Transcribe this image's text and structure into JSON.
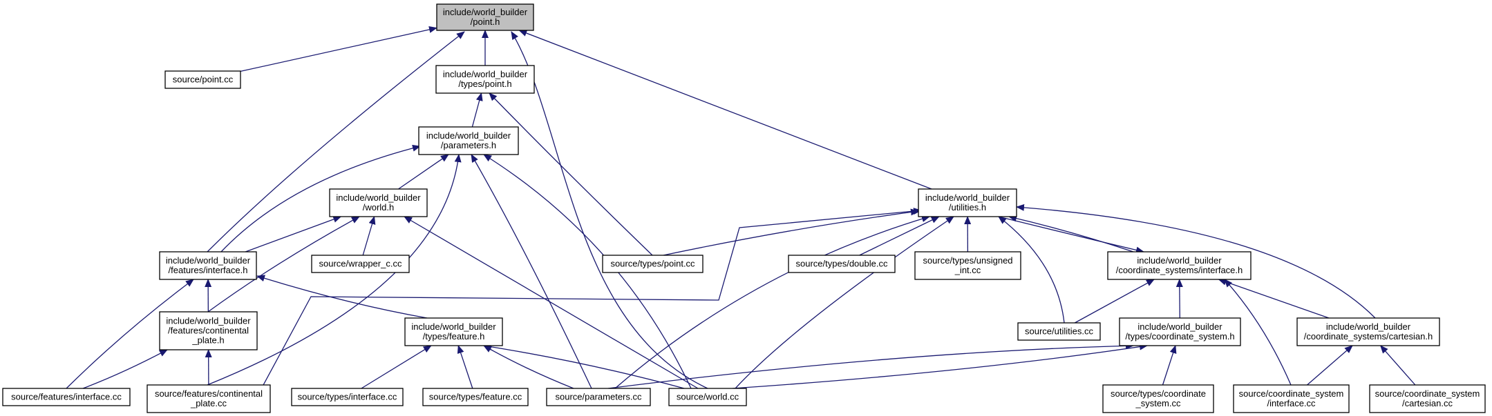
{
  "graph": {
    "edge_color": "#191970",
    "root_fill": "#bfbfbf",
    "node_fill": "#ffffff",
    "nodes": [
      {
        "id": "point_h",
        "lines": [
          "include/world_builder",
          "/point.h"
        ],
        "root": true
      },
      {
        "id": "point_cc",
        "lines": [
          "source/point.cc"
        ]
      },
      {
        "id": "types_point_h",
        "lines": [
          "include/world_builder",
          "/types/point.h"
        ]
      },
      {
        "id": "parameters_h",
        "lines": [
          "include/world_builder",
          "/parameters.h"
        ]
      },
      {
        "id": "world_h",
        "lines": [
          "include/world_builder",
          "/world.h"
        ]
      },
      {
        "id": "utilities_h",
        "lines": [
          "include/world_builder",
          "/utilities.h"
        ]
      },
      {
        "id": "features_interface_h",
        "lines": [
          "include/world_builder",
          "/features/interface.h"
        ]
      },
      {
        "id": "wrapper_c_cc",
        "lines": [
          "source/wrapper_c.cc"
        ]
      },
      {
        "id": "types_point_cc",
        "lines": [
          "source/types/point.cc"
        ]
      },
      {
        "id": "types_double_cc",
        "lines": [
          "source/types/double.cc"
        ]
      },
      {
        "id": "types_unsigned_int_cc",
        "lines": [
          "source/types/unsigned",
          "_int.cc"
        ]
      },
      {
        "id": "cs_interface_h",
        "lines": [
          "include/world_builder",
          "/coordinate_systems/interface.h"
        ]
      },
      {
        "id": "continental_plate_h",
        "lines": [
          "include/world_builder",
          "/features/continental",
          "_plate.h"
        ]
      },
      {
        "id": "types_feature_h",
        "lines": [
          "include/world_builder",
          "/types/feature.h"
        ]
      },
      {
        "id": "utilities_cc",
        "lines": [
          "source/utilities.cc"
        ]
      },
      {
        "id": "types_cs_h",
        "lines": [
          "include/world_builder",
          "/types/coordinate_system.h"
        ]
      },
      {
        "id": "cs_cartesian_h",
        "lines": [
          "include/world_builder",
          "/coordinate_systems/cartesian.h"
        ]
      },
      {
        "id": "features_interface_cc",
        "lines": [
          "source/features/interface.cc"
        ]
      },
      {
        "id": "features_continental_plate_cc",
        "lines": [
          "source/features/continental",
          "_plate.cc"
        ]
      },
      {
        "id": "types_interface_cc",
        "lines": [
          "source/types/interface.cc"
        ]
      },
      {
        "id": "types_feature_cc",
        "lines": [
          "source/types/feature.cc"
        ]
      },
      {
        "id": "parameters_cc",
        "lines": [
          "source/parameters.cc"
        ]
      },
      {
        "id": "world_cc",
        "lines": [
          "source/world.cc"
        ]
      },
      {
        "id": "types_cs_cc",
        "lines": [
          "source/types/coordinate",
          "_system.cc"
        ]
      },
      {
        "id": "cs_interface_cc",
        "lines": [
          "source/coordinate_system",
          "/interface.cc"
        ]
      },
      {
        "id": "cs_cartesian_cc",
        "lines": [
          "source/coordinate_system",
          "/cartesian.cc"
        ]
      }
    ],
    "edges": [
      [
        "point_cc",
        "point_h"
      ],
      [
        "types_point_h",
        "point_h"
      ],
      [
        "features_interface_h",
        "point_h"
      ],
      [
        "world_cc",
        "point_h"
      ],
      [
        "utilities_h",
        "point_h"
      ],
      [
        "parameters_h",
        "types_point_h"
      ],
      [
        "types_point_cc",
        "types_point_h"
      ],
      [
        "world_h",
        "parameters_h"
      ],
      [
        "features_interface_h",
        "parameters_h"
      ],
      [
        "features_continental_plate_cc",
        "parameters_h"
      ],
      [
        "parameters_cc",
        "parameters_h"
      ],
      [
        "world_cc",
        "parameters_h"
      ],
      [
        "features_interface_h",
        "world_h"
      ],
      [
        "wrapper_c_cc",
        "world_h"
      ],
      [
        "continental_plate_h",
        "world_h"
      ],
      [
        "world_cc",
        "world_h"
      ],
      [
        "continental_plate_h",
        "features_interface_h"
      ],
      [
        "features_interface_cc",
        "features_interface_h"
      ],
      [
        "types_feature_h",
        "features_interface_h"
      ],
      [
        "features_continental_plate_cc",
        "continental_plate_h"
      ],
      [
        "features_interface_cc",
        "continental_plate_h"
      ],
      [
        "types_interface_cc",
        "types_feature_h"
      ],
      [
        "types_feature_cc",
        "types_feature_h"
      ],
      [
        "parameters_cc",
        "types_feature_h"
      ],
      [
        "world_cc",
        "types_feature_h"
      ],
      [
        "types_point_cc",
        "utilities_h"
      ],
      [
        "types_double_cc",
        "utilities_h"
      ],
      [
        "types_unsigned_int_cc",
        "utilities_h"
      ],
      [
        "cs_interface_h",
        "utilities_h"
      ],
      [
        "utilities_cc",
        "utilities_h"
      ],
      [
        "cs_cartesian_h",
        "utilities_h"
      ],
      [
        "features_continental_plate_cc",
        "utilities_h"
      ],
      [
        "parameters_cc",
        "utilities_h"
      ],
      [
        "world_cc",
        "utilities_h"
      ],
      [
        "utilities_h",
        "cs_interface_h"
      ],
      [
        "utilities_cc",
        "cs_interface_h"
      ],
      [
        "types_cs_h",
        "cs_interface_h"
      ],
      [
        "cs_cartesian_h",
        "cs_interface_h"
      ],
      [
        "cs_interface_cc",
        "cs_interface_h"
      ],
      [
        "parameters_cc",
        "types_cs_h"
      ],
      [
        "world_cc",
        "types_cs_h"
      ],
      [
        "types_cs_cc",
        "types_cs_h"
      ],
      [
        "cs_interface_cc",
        "cs_cartesian_h"
      ],
      [
        "cs_cartesian_cc",
        "cs_cartesian_h"
      ]
    ]
  }
}
